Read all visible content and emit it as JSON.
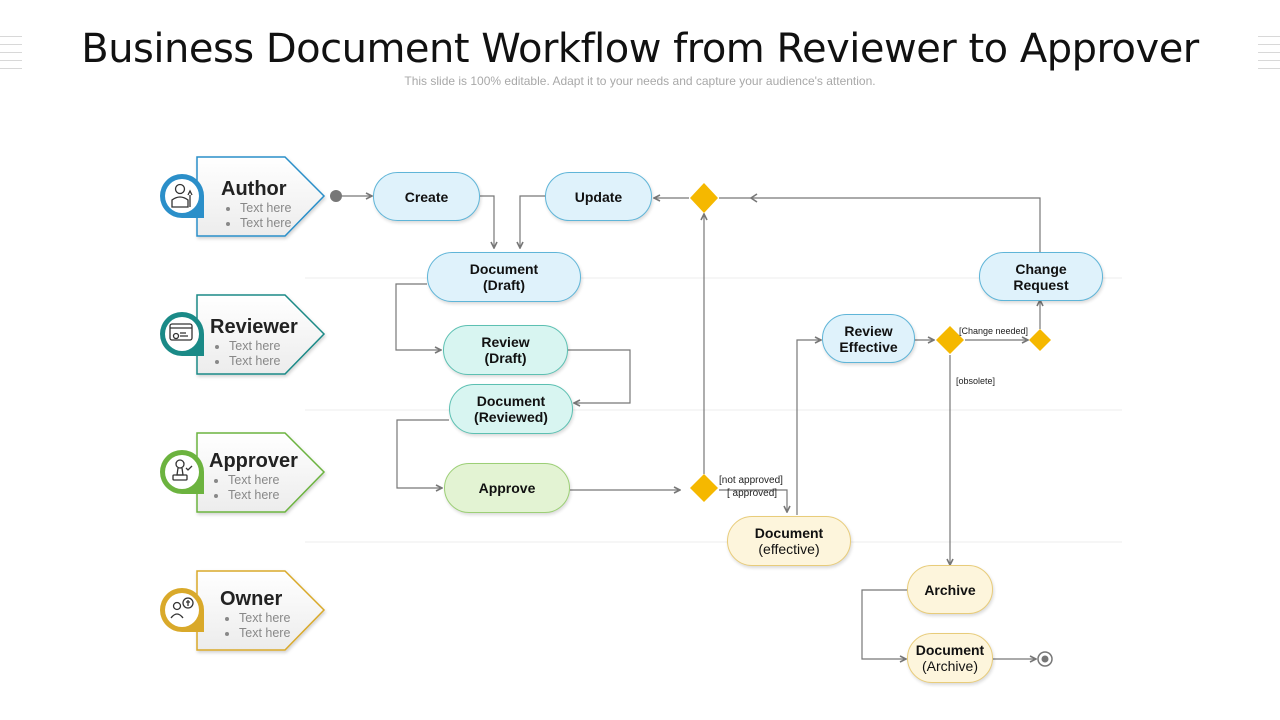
{
  "page": {
    "title": "Business Document Workflow from Reviewer to Approver",
    "subtitle": "This slide is 100% editable. Adapt it to your needs and capture your audience's attention."
  },
  "roles": [
    {
      "name": "Author",
      "bullets": [
        "Text here",
        "Text here"
      ],
      "icon": "author-icon",
      "color": "#2b8fc9"
    },
    {
      "name": "Reviewer",
      "bullets": [
        "Text here",
        "Text here"
      ],
      "icon": "reviewer-icon",
      "color": "#1a8a87"
    },
    {
      "name": "Approver",
      "bullets": [
        "Text here",
        "Text here"
      ],
      "icon": "approver-stamp-icon",
      "color": "#6cb33f"
    },
    {
      "name": "Owner",
      "bullets": [
        "Text here",
        "Text here"
      ],
      "icon": "owner-icon",
      "color": "#d9a92a"
    }
  ],
  "nodes": {
    "create": {
      "line1": "Create"
    },
    "update": {
      "line1": "Update"
    },
    "doc_draft": {
      "line1": "Document",
      "line2": "(Draft)"
    },
    "review_draft": {
      "line1": "Review",
      "line2": "(Draft)"
    },
    "doc_reviewed": {
      "line1": "Document",
      "line2": "(Reviewed)"
    },
    "approve": {
      "line1": "Approve"
    },
    "review_effective": {
      "line1": "Review",
      "line2": "Effective"
    },
    "change_request": {
      "line1": "Change",
      "line2": "Request"
    },
    "doc_effective": {
      "line1": "Document",
      "line2": "(effective)"
    },
    "archive": {
      "line1": "Archive"
    },
    "doc_archive": {
      "line1": "Document",
      "line2": "(Archive)"
    }
  },
  "labels": {
    "not_approved": "[not approved]",
    "approved": "[ approved]",
    "change_needed": "[Change needed]",
    "obsolete": "[obsolete]"
  },
  "colors": {
    "blue_fill": "#dff2fb",
    "blue_stroke": "#5fb5d8",
    "teal_fill": "#d8f5f1",
    "teal_stroke": "#5cc0b2",
    "green_fill": "#e3f3d3",
    "green_stroke": "#9ccf76",
    "yellow_fill": "#fdf5dc",
    "yellow_stroke": "#e8cc7a",
    "decision": "#f5b800"
  }
}
